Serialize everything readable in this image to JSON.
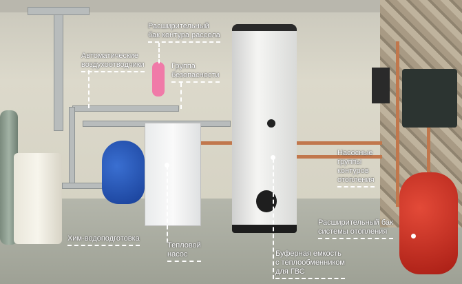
{
  "labels": {
    "brine_expansion_tank": "Расширительный\nбак контура рассола",
    "auto_air_vents": "Автоматические\nвоздухоотводчики",
    "safety_group": "Группа\nбезопасности",
    "pump_groups": "Насосные\nгруппы\nконтуров\nотопления",
    "water_treatment": "Хим-водоподготовка",
    "heat_pump": "Тепловой\nнасос",
    "heating_expansion_tank": "Расширительный бак\nсистемы отопления",
    "buffer_tank": "Буферная емкость\nс теплообменником\nдля ГВС"
  }
}
